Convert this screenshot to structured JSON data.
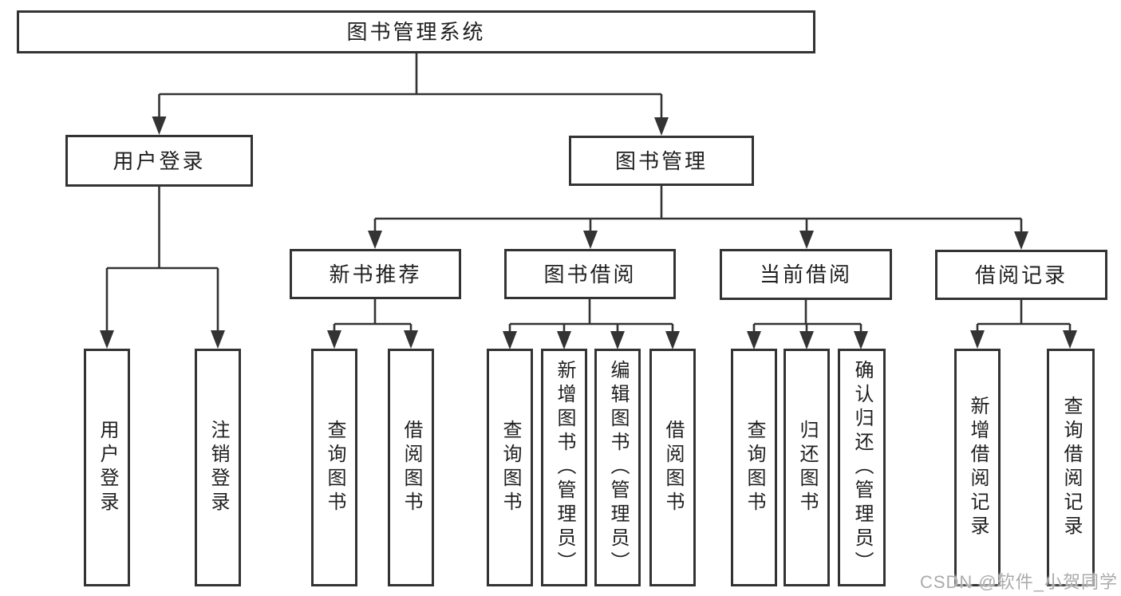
{
  "nodes": {
    "root": "图书管理系统",
    "user_login": "用户登录",
    "book_mgmt": "图书管理",
    "new_book_rec": "新书推荐",
    "book_borrow": "图书借阅",
    "current_borrow": "当前借阅",
    "borrow_records": "借阅记录"
  },
  "leaves": {
    "ul_login": "用户登录",
    "ul_logout": "注销登录",
    "nb_query": "查询图书",
    "nb_borrow": "借阅图书",
    "bb_query": "查询图书",
    "bb_add": "新增图书（管理员）",
    "bb_edit": "编辑图书（管理员）",
    "bb_borrow": "借阅图书",
    "cb_query": "查询图书",
    "cb_return": "归还图书",
    "cb_confirm": "确认归还（管理员）",
    "br_add": "新增借阅记录",
    "br_query": "查询借阅记录"
  },
  "watermark": "CSDN @软件_小贺同学",
  "colors": {
    "line": "#333333",
    "text": "#1f1f1f",
    "watermark": "#ababab",
    "background": "#ffffff"
  }
}
